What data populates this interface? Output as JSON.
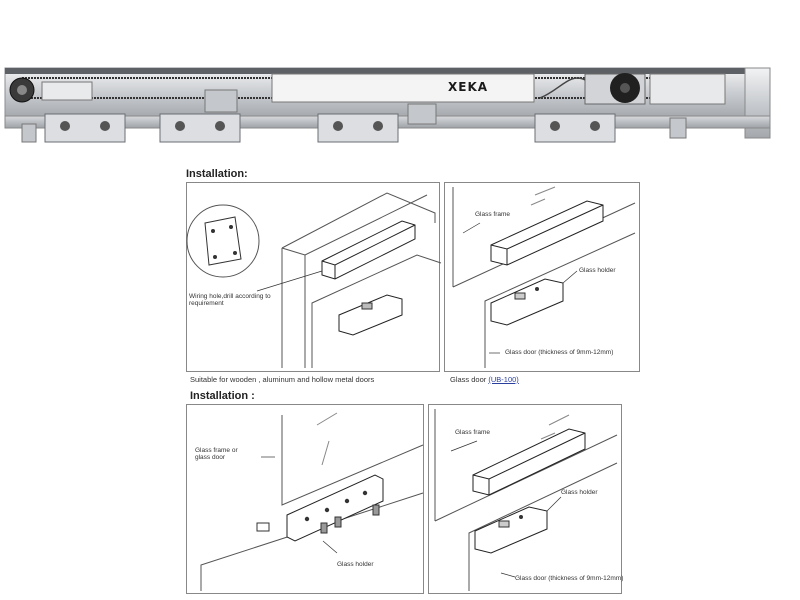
{
  "operator": {
    "brand": "XEKA"
  },
  "panels": [
    {
      "heading": "Installation:",
      "callouts": {
        "wiring_hole": "Wiring hole,drill according to requirement",
        "glass_frame": "Glass frame",
        "glass_holder": "Glass holder",
        "glass_door": "Glass door",
        "door_thickness": "(thickness of 9mm-12mm)"
      },
      "caption_left": "Suitable for wooden , aluminum and hollow metal doors",
      "caption_right_prefix": "Glass door",
      "caption_right_link": "(UB-100)"
    },
    {
      "heading": "Installation :",
      "callouts": {
        "glass_frame_or_door": "Glass frame or glass door",
        "glass_holder": "Glass holder",
        "glass_frame": "Glass frame",
        "glass_holder_right": "Glass holder",
        "glass_door": "Glass door",
        "door_thickness": "(thickness of 9mm-12mm)"
      }
    }
  ]
}
